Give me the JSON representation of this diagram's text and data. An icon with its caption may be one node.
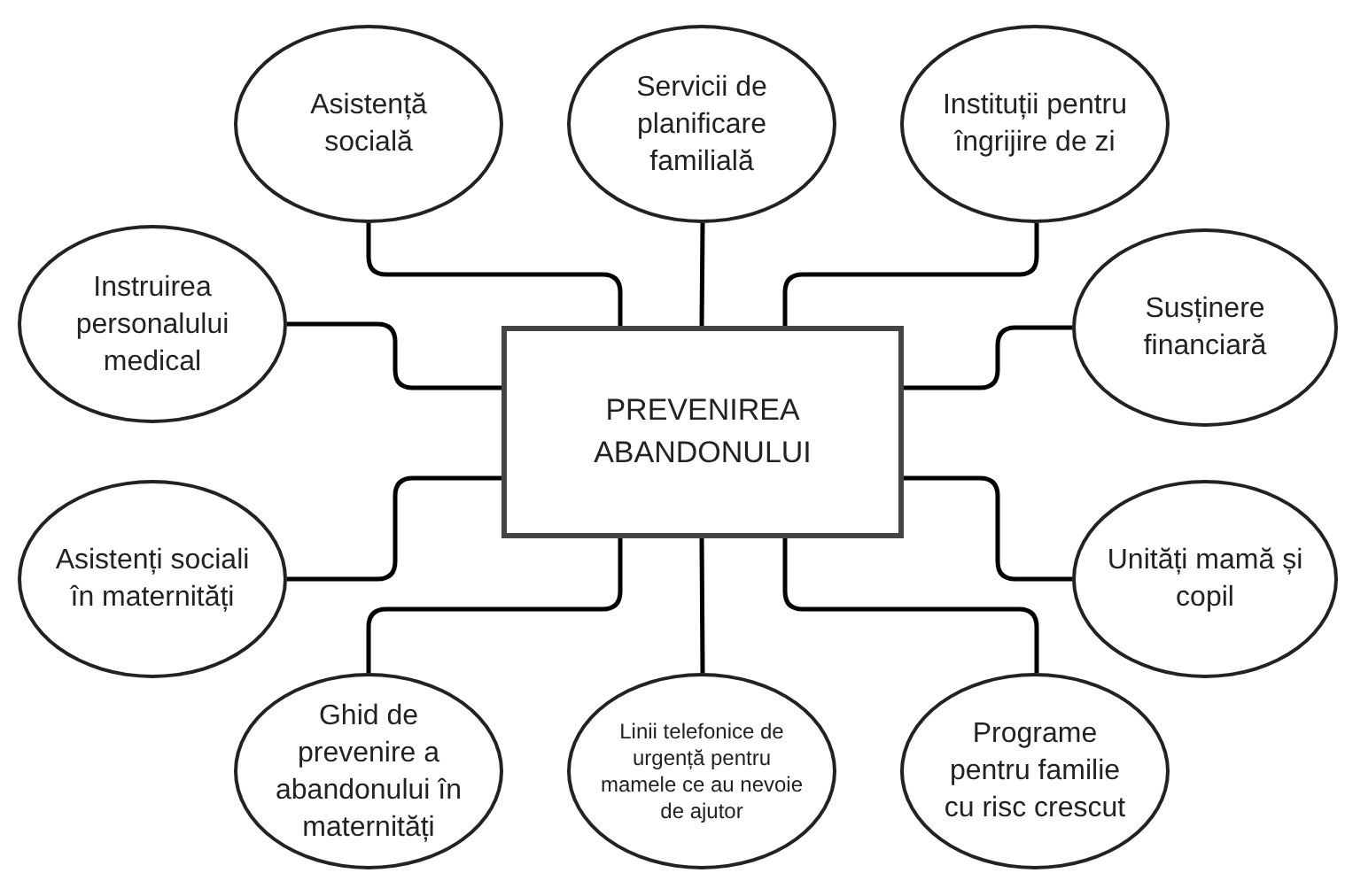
{
  "diagram": {
    "nodes": [
      {
        "text": [
          "PREVENIREA ABANDONULUI"
        ]
      },
      {
        "text": [
          "Asistență socială"
        ]
      },
      {
        "text": [
          "Servicii de planificare familială"
        ]
      },
      {
        "text": [
          "Instituții pentru îngrijire de zi"
        ]
      },
      {
        "text": [
          "Instruirea personalului medical"
        ]
      },
      {
        "text": [
          "Susținere financiară"
        ]
      },
      {
        "text": [
          "Asistenți sociali în maternități"
        ]
      },
      {
        "text": [
          "Unități mamă și copil"
        ]
      },
      {
        "text": [
          "Ghid de prevenire a abandonului în maternități"
        ]
      },
      {
        "text": [
          "Linii telefonice de urgență pentru mamele ce au nevoie de ajutor"
        ]
      },
      {
        "text": [
          "Programe pentru familie cu risc crescut"
        ]
      }
    ],
    "edges": [
      {
        "from": 0,
        "to": 1,
        "arrow": "none"
      },
      {
        "from": 0,
        "to": 2,
        "arrow": "none"
      },
      {
        "from": 0,
        "to": 3,
        "arrow": "none"
      },
      {
        "from": 0,
        "to": 4,
        "arrow": "none"
      },
      {
        "from": 0,
        "to": 5,
        "arrow": "none"
      },
      {
        "from": 0,
        "to": 6,
        "arrow": "none"
      },
      {
        "from": 0,
        "to": 7,
        "arrow": "none"
      },
      {
        "from": 0,
        "to": 8,
        "arrow": "none"
      },
      {
        "from": 0,
        "to": 9,
        "arrow": "none"
      },
      {
        "from": 0,
        "to": 10,
        "arrow": "none"
      }
    ]
  }
}
